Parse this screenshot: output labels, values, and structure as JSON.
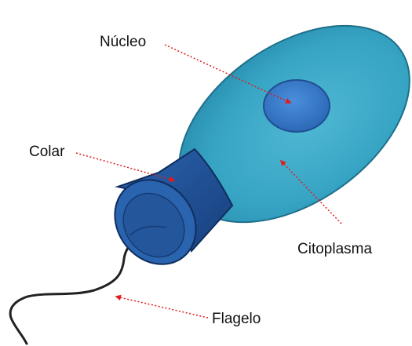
{
  "labels": {
    "nucleo": "Núcleo",
    "colar": "Colar",
    "citoplasma": "Citoplasma",
    "flagelo": "Flagelo"
  },
  "colors": {
    "cytoplasm": "#3aa6c4",
    "nucleus": "#2f6fc0",
    "collar": "#1f4f95",
    "flagellum": "#222222",
    "pointer": "#e31b1b"
  }
}
